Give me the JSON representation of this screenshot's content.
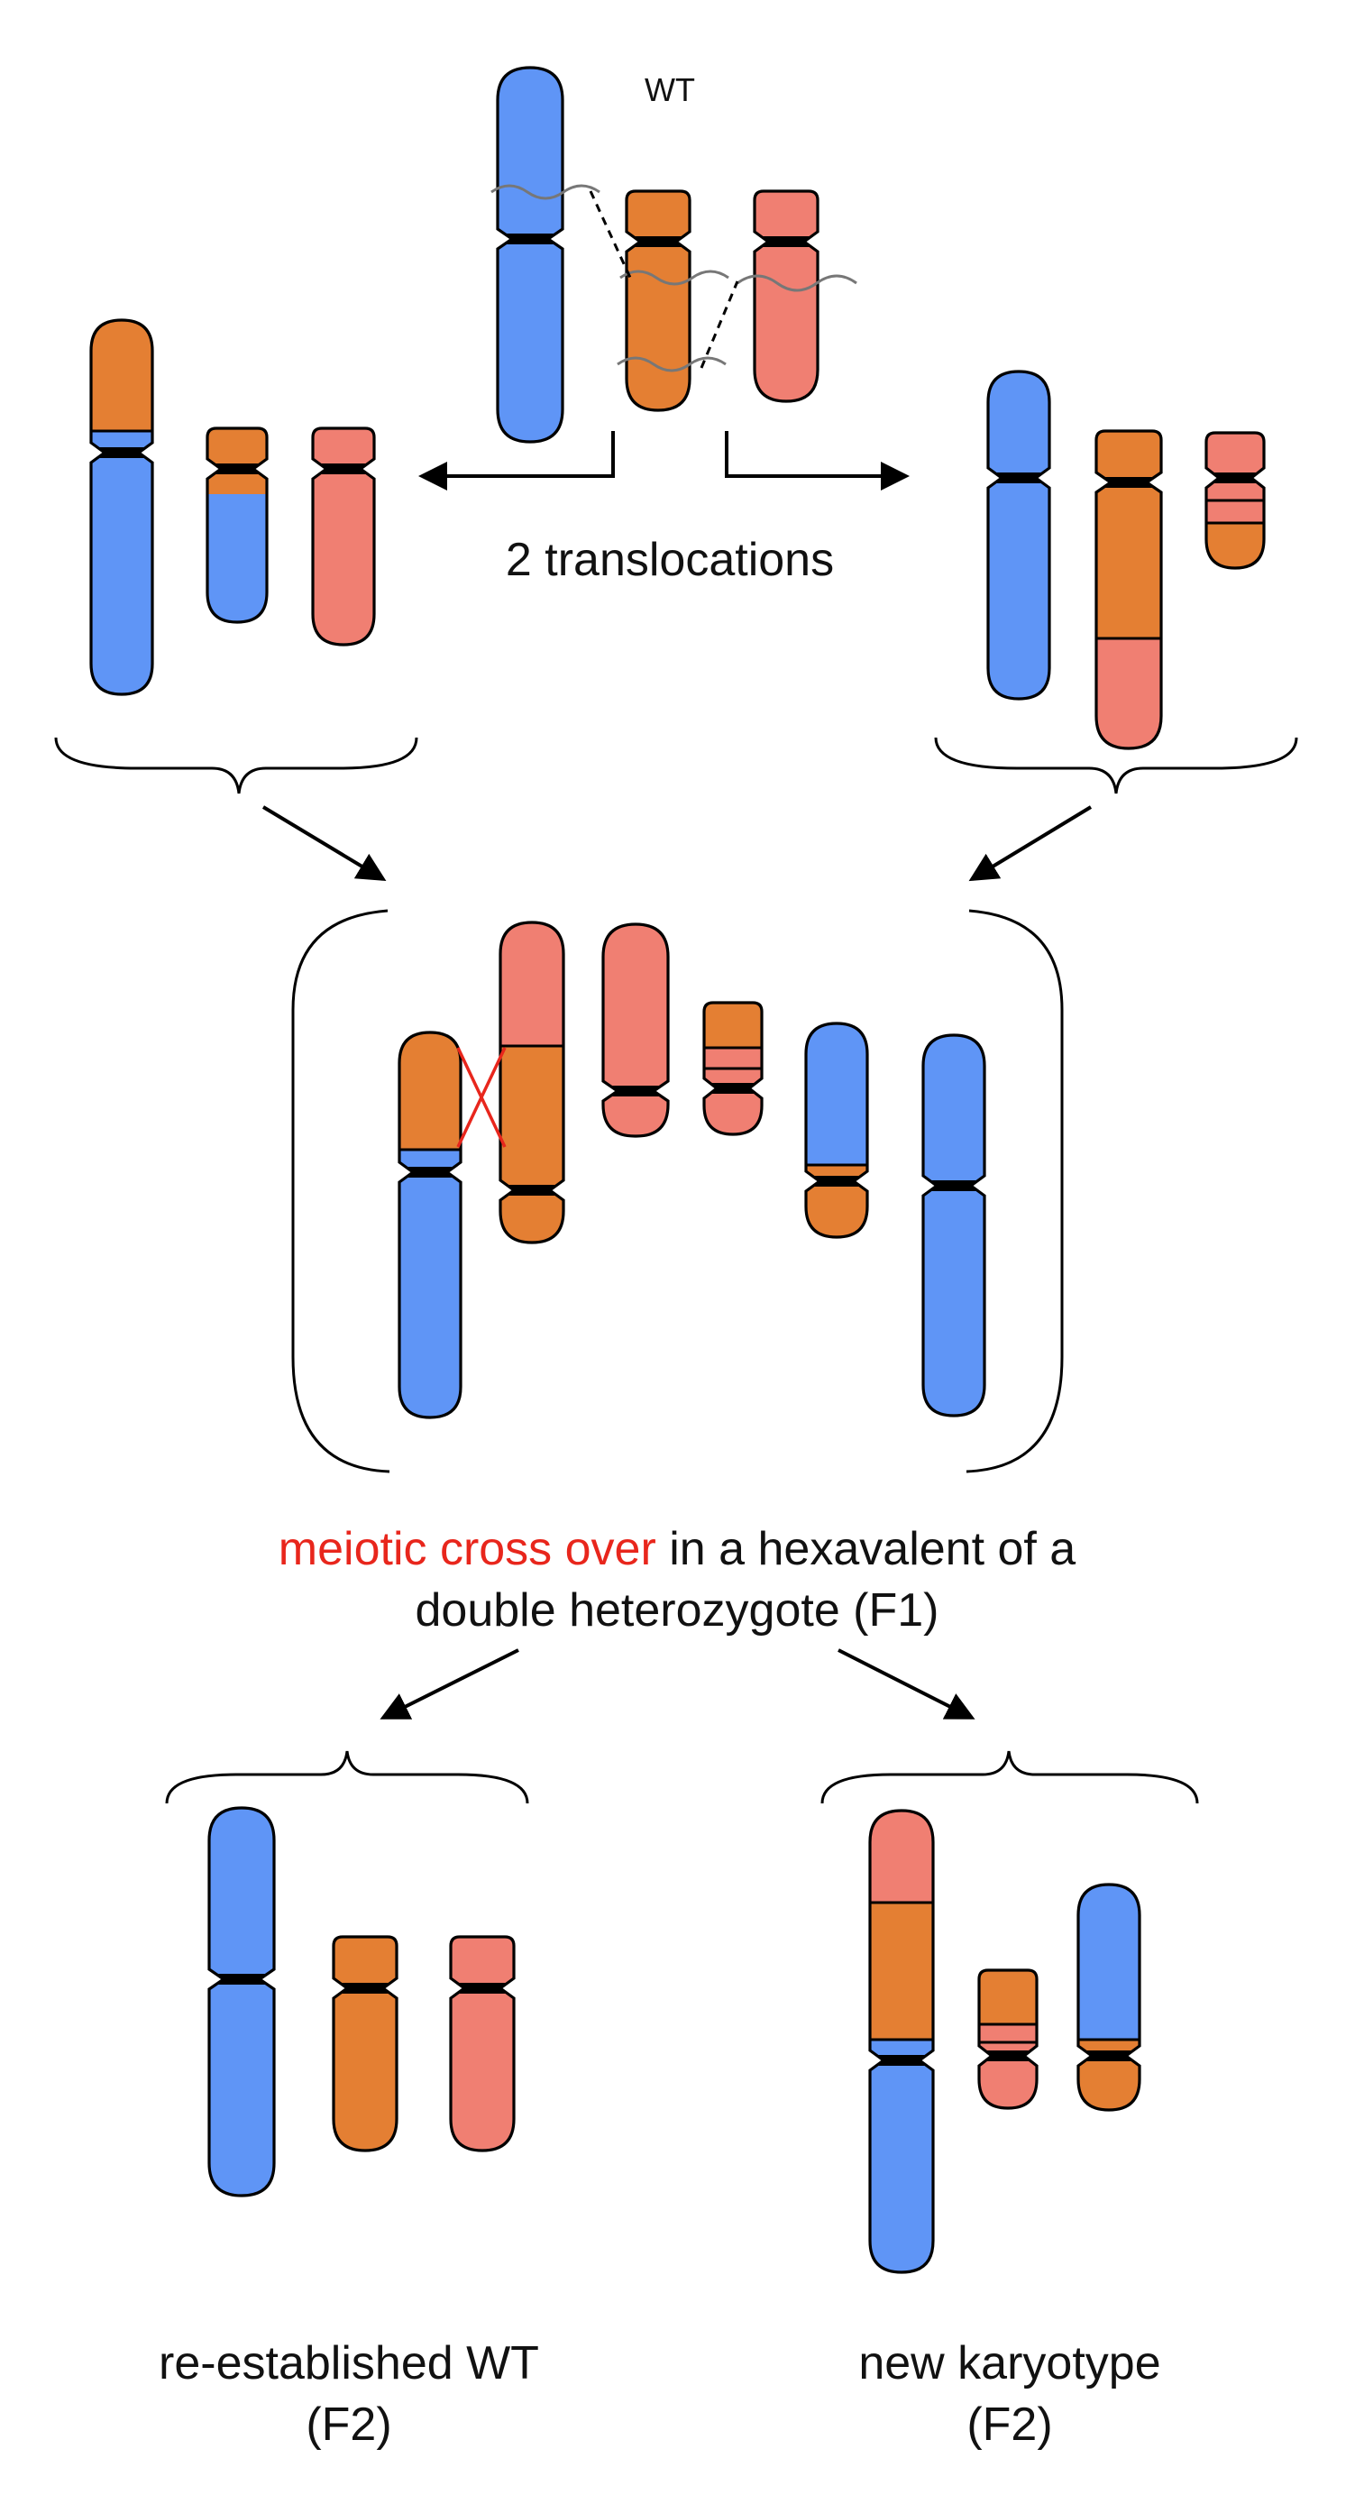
{
  "colors": {
    "blue": "#5f95f6",
    "orange": "#e47f33",
    "salmon": "#f07f72",
    "centromere": "#000000",
    "crossover": "#e8261c",
    "breakpoint_wave": "#777777"
  },
  "labels": {
    "wt": "WT",
    "translocations": "2 translocations",
    "crossover_red": "meiotic cross over",
    "crossover_rest": " in a hexavalent of a",
    "crossover_line2": "double heterozygote (F1)",
    "left_result_line1": "re-established WT",
    "left_result_line2": "(F2)",
    "right_result_line1": "new karyotype",
    "right_result_line2": "(F2)"
  },
  "groups": [
    {
      "name": "wild-type",
      "label": "WT",
      "chromosome_count": 3
    },
    {
      "name": "translocation-left",
      "chromosome_count": 3
    },
    {
      "name": "translocation-right",
      "chromosome_count": 3
    },
    {
      "name": "hexavalent",
      "chromosome_count": 6
    },
    {
      "name": "re-established-wt",
      "chromosome_count": 3
    },
    {
      "name": "new-karyotype",
      "chromosome_count": 3
    }
  ]
}
